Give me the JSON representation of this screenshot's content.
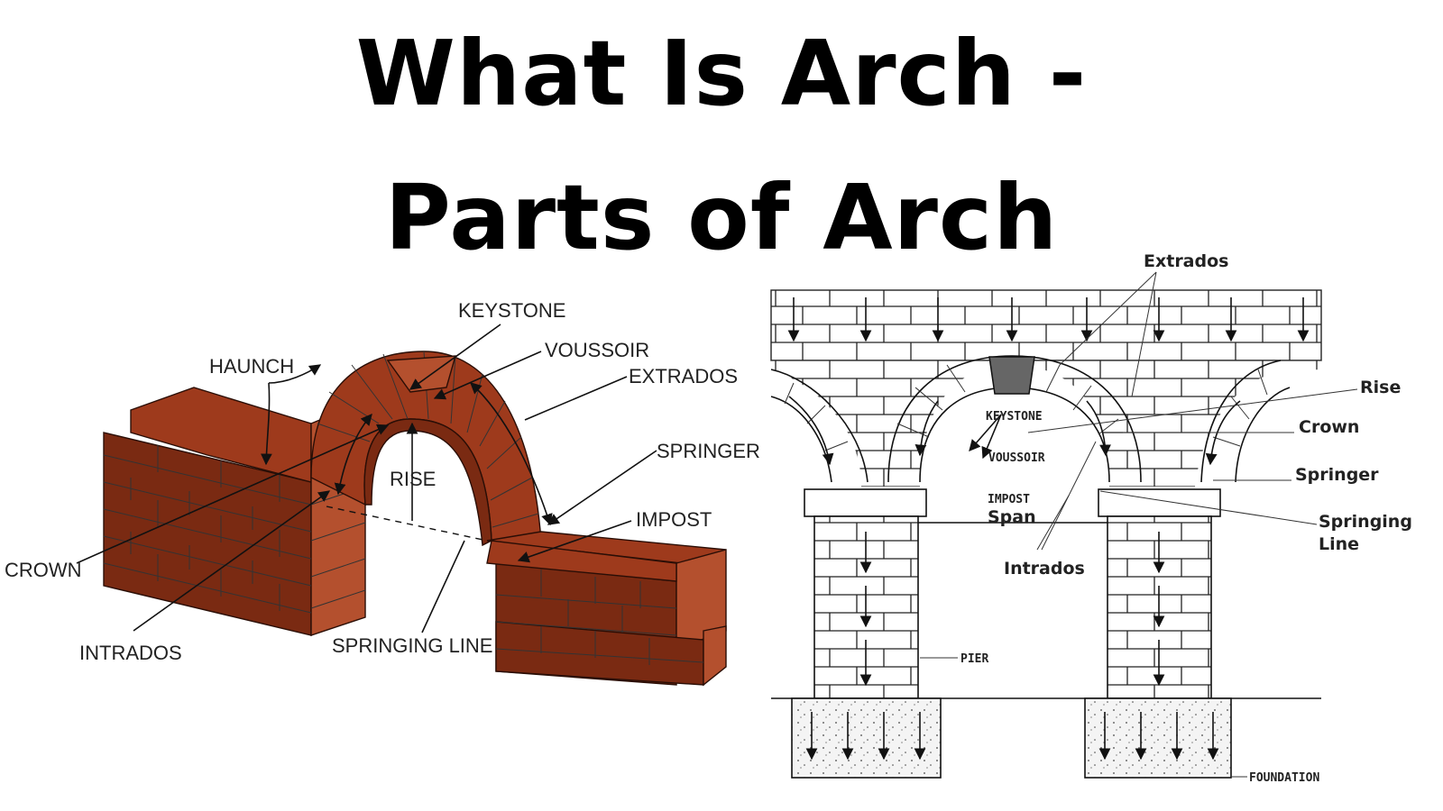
{
  "title": {
    "line1": "What Is Arch -",
    "line2": "Parts of Arch"
  },
  "left_diagram": {
    "labels": {
      "keystone": "KEYSTONE",
      "haunch": "HAUNCH",
      "voussoir": "VOUSSOIR",
      "extrados": "EXTRADOS",
      "springer": "SPRINGER",
      "rise": "RISE",
      "impost": "IMPOST",
      "crown": "CROWN",
      "intrados": "INTRADOS",
      "springing_line": "SPRINGING LINE"
    }
  },
  "right_diagram": {
    "labels": {
      "extrados": "Extrados",
      "rise": "Rise",
      "crown": "Crown",
      "springer": "Springer",
      "springing_line_1": "Springing",
      "springing_line_2": "Line",
      "keystone": "KEYSTONE",
      "voussoir": "VOUSSOIR",
      "impost": "IMPOST",
      "span": "Span",
      "intrados": "Intrados",
      "pier": "PIER",
      "foundation": "FOUNDATION"
    }
  },
  "colors": {
    "brick": "#9e3a1c",
    "background": "#ffffff"
  }
}
